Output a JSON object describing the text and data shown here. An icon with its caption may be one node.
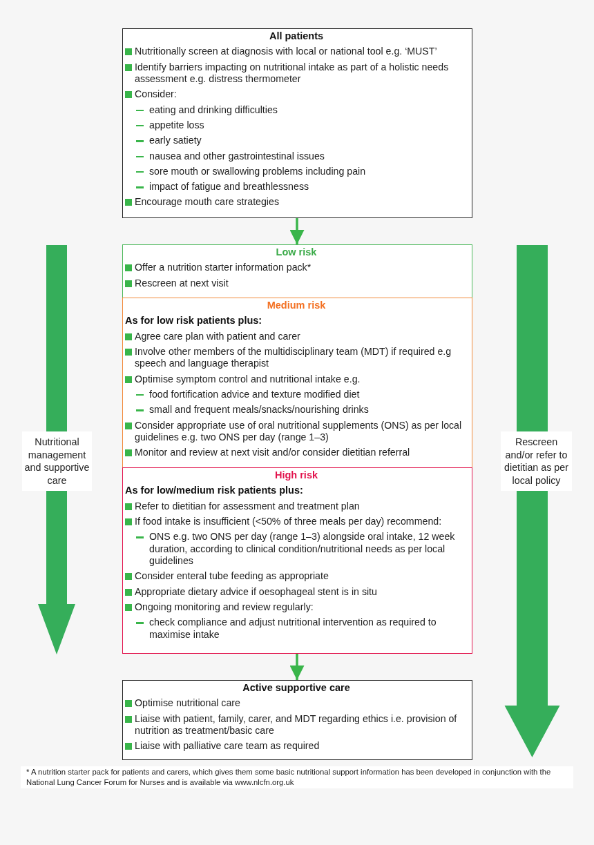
{
  "diagram": {
    "caption": "* A nutrition starter pack for patients and carers, which gives them some basic nutritional support information has been developed in conjunction with the National Lung Cancer Forum for Nurses and is available via www.nlcfn.org.uk",
    "nodes": [
      {
        "text": [
          "All patients",
          "Nutritionally screen at diagnosis with local or national tool e.g. ‘MUST’",
          "Identify barriers impacting on nutritional intake as part of a holistic needs assessment e.g. distress thermometer",
          "Consider:",
          "eating and drinking difficulties",
          "appetite loss",
          "early satiety",
          "nausea and other gastrointestinal issues",
          "sore mouth or swallowing problems including pain",
          "impact of fatigue and breathlessness",
          "Encourage mouth care strategies"
        ]
      },
      {
        "text": [
          "Low risk",
          "Offer a nutrition starter information pack*",
          "Rescreen at next visit"
        ]
      },
      {
        "text": [
          "Medium risk",
          "As for low risk patients plus:",
          "Agree care plan with patient and carer",
          "Involve other members of the multidisciplinary team (MDT) if required e.g speech and language therapist",
          "Optimise symptom control and nutritional intake e.g.",
          "food fortification advice and texture modified diet",
          "small and frequent meals/snacks/nourishing drinks",
          "Consider appropriate use of oral nutritional supplements (ONS) as per local guidelines e.g. two ONS per day (range 1–3)",
          "Monitor and review at next visit and/or consider dietitian referral"
        ]
      },
      {
        "text": [
          "High risk",
          "As for low/medium risk patients plus:",
          "Refer to dietitian for assessment and treatment plan",
          "If food intake is insufficient (<50% of three meals per day) recommend:",
          "ONS e.g. two ONS per day (range 1–3) alongside oral intake, 12 week duration, according to clinical condition/nutritional needs as per local guidelines",
          "Consider enteral tube feeding as appropriate",
          "Appropriate dietary advice if oesophageal stent is in situ",
          "Ongoing monitoring and review regularly:",
          "check compliance and adjust nutritional intervention as required to maximise intake"
        ]
      },
      {
        "text": [
          "Active supportive care",
          "Optimise nutritional care",
          "Liaise with patient, family, carer, and MDT regarding ethics i.e. provision of nutrition as treatment/basic care",
          "Liaise with palliative care team as required"
        ]
      }
    ],
    "edges": [
      {
        "from": 0,
        "to": 1,
        "arrow": "to"
      },
      {
        "from": 3,
        "to": 4,
        "arrow": "to"
      }
    ],
    "labels": [
      "Nutritional management and supportive care",
      "Rescreen and/or refer to dietitian as per local policy"
    ]
  }
}
